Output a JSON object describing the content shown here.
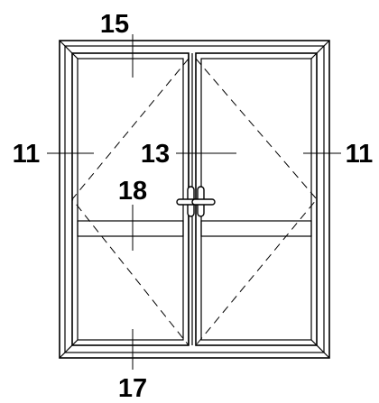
{
  "callouts": {
    "top_head": "15",
    "left_jamb": "11",
    "center_panel": "13",
    "right_jamb": "11",
    "transom_rail": "18",
    "bottom_sill": "17"
  },
  "colors": {
    "line": "#000000",
    "background": "#ffffff"
  }
}
